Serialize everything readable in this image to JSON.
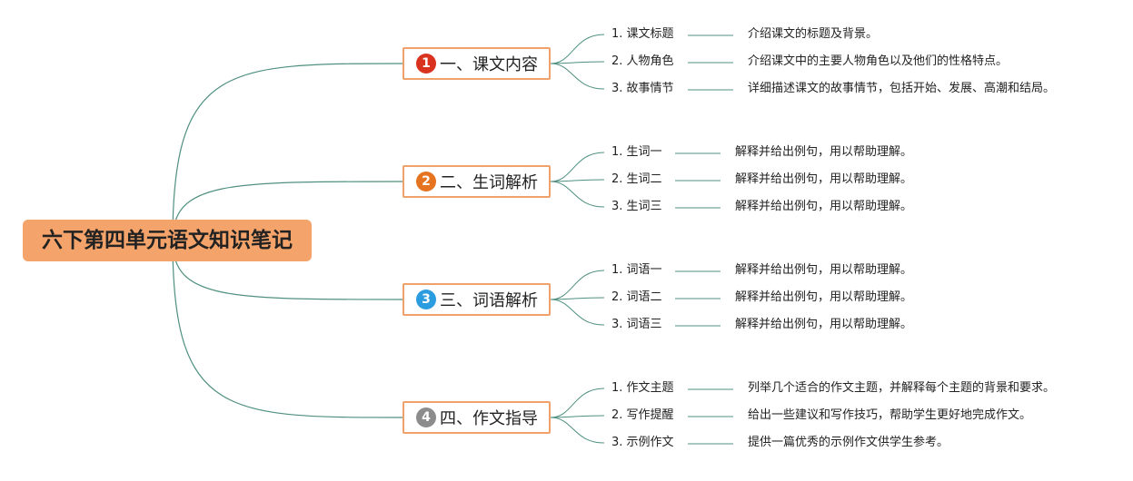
{
  "root": {
    "title": "六下第四单元语文知识笔记",
    "color": "#f4a36a"
  },
  "line_color": "#4f8f80",
  "branches": [
    {
      "number": "1",
      "badge_color": "#d9321e",
      "label": "一、课文内容",
      "items": [
        {
          "label": "1. 课文标题",
          "desc": "介绍课文的标题及背景。"
        },
        {
          "label": "2. 人物角色",
          "desc": "介绍课文中的主要人物角色以及他们的性格特点。"
        },
        {
          "label": "3. 故事情节",
          "desc": "详细描述课文的故事情节，包括开始、发展、高潮和结局。"
        }
      ]
    },
    {
      "number": "2",
      "badge_color": "#e5731f",
      "label": "二、生词解析",
      "items": [
        {
          "label": "1. 生词一",
          "desc": "解释并给出例句，用以帮助理解。"
        },
        {
          "label": "2. 生词二",
          "desc": "解释并给出例句，用以帮助理解。"
        },
        {
          "label": "3. 生词三",
          "desc": "解释并给出例句，用以帮助理解。"
        }
      ]
    },
    {
      "number": "3",
      "badge_color": "#2c9ce0",
      "label": "三、词语解析",
      "items": [
        {
          "label": "1. 词语一",
          "desc": "解释并给出例句，用以帮助理解。"
        },
        {
          "label": "2. 词语二",
          "desc": "解释并给出例句，用以帮助理解。"
        },
        {
          "label": "3. 词语三",
          "desc": "解释并给出例句，用以帮助理解。"
        }
      ]
    },
    {
      "number": "4",
      "badge_color": "#8c8c8c",
      "label": "四、作文指导",
      "items": [
        {
          "label": "1. 作文主题",
          "desc": "列举几个适合的作文主题，并解释每个主题的背景和要求。"
        },
        {
          "label": "2. 写作提醒",
          "desc": "给出一些建议和写作技巧，帮助学生更好地完成作文。"
        },
        {
          "label": "3. 示例作文",
          "desc": "提供一篇优秀的示例作文供学生参考。"
        }
      ]
    }
  ]
}
